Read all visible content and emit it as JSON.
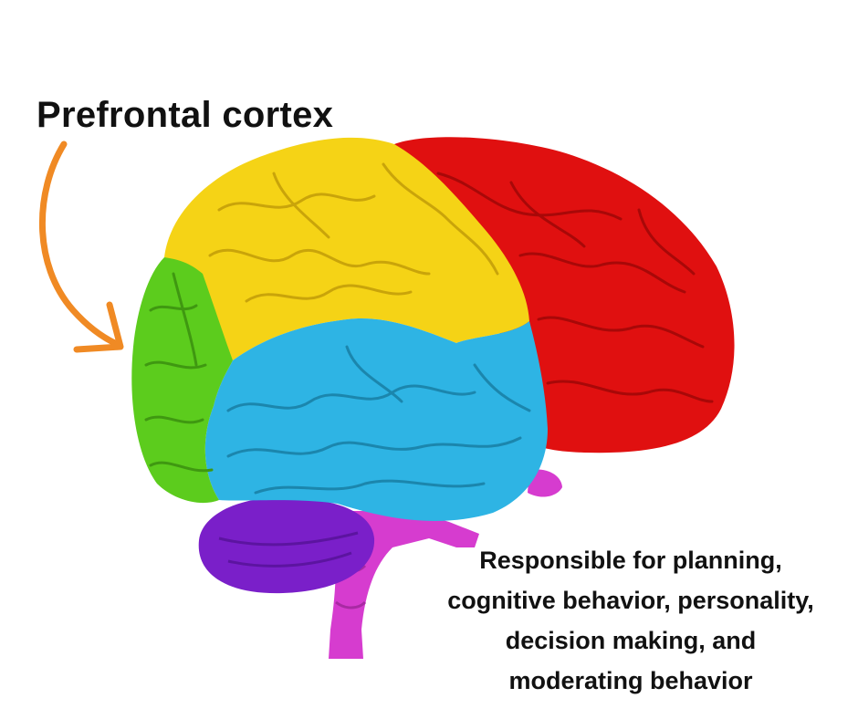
{
  "label": {
    "title": "Prefrontal cortex",
    "description_lines": [
      "Responsible for planning,",
      "cognitive behavior, personality,",
      "decision making, and",
      "moderating behavior"
    ]
  },
  "colors": {
    "frontal_prefrontal": "#5ccc1d",
    "frontal_upper": "#f5d316",
    "temporal": "#2eb4e4",
    "occipital_parietal": "#e01010",
    "cerebellum": "#7a1fc9",
    "brainstem": "#d63ccf",
    "arrow": "#f08a24",
    "text": "#111111"
  },
  "icons": {
    "arrow": "curved-arrow-icon"
  }
}
